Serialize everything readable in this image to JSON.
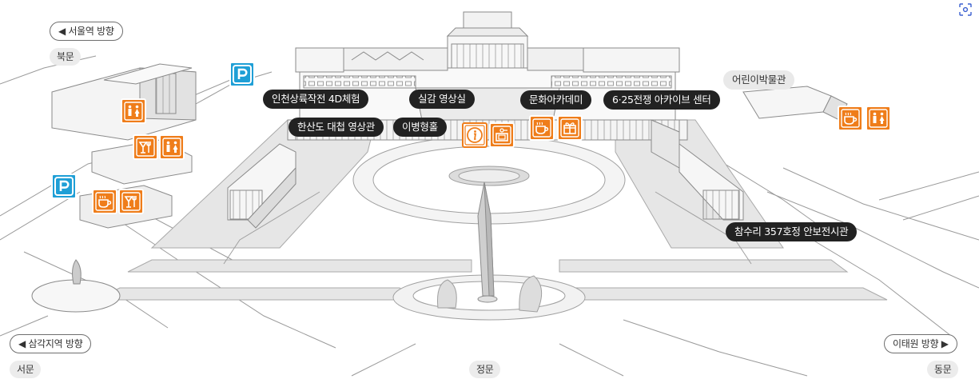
{
  "map": {
    "colors": {
      "facility_orange": "#ef7d1a",
      "parking_blue": "#1f9fd6",
      "label_dark": "#222222",
      "ground_gray": "#e3e3e3"
    },
    "exhibits": [
      {
        "label": "인천상륙작전 4D체험"
      },
      {
        "label": "실감 영상실"
      },
      {
        "label": "문화아카데미"
      },
      {
        "label": "6·25전쟁 아카이브 센터"
      },
      {
        "label": "한산도 대첩 영상관"
      },
      {
        "label": "이병형홀"
      },
      {
        "label": "참수리 357호정 안보전시관"
      }
    ],
    "museum_label": "어린이박물관",
    "directions": {
      "north": "◀ 서울역 방향",
      "west": "◀ 삼각지역 방향",
      "east": "이태원 방향 ▶"
    },
    "gates": {
      "north": "북문",
      "west": "서문",
      "main": "정문",
      "east": "동문"
    },
    "icons": {
      "parking": "parking-icon",
      "restroom": "restroom-icon",
      "restaurant": "restaurant-icon",
      "cafe": "cafe-icon",
      "gift_shop": "gift-shop-icon",
      "information": "information-icon",
      "locker": "locker-icon",
      "screenshot": "screenshot-icon"
    }
  }
}
